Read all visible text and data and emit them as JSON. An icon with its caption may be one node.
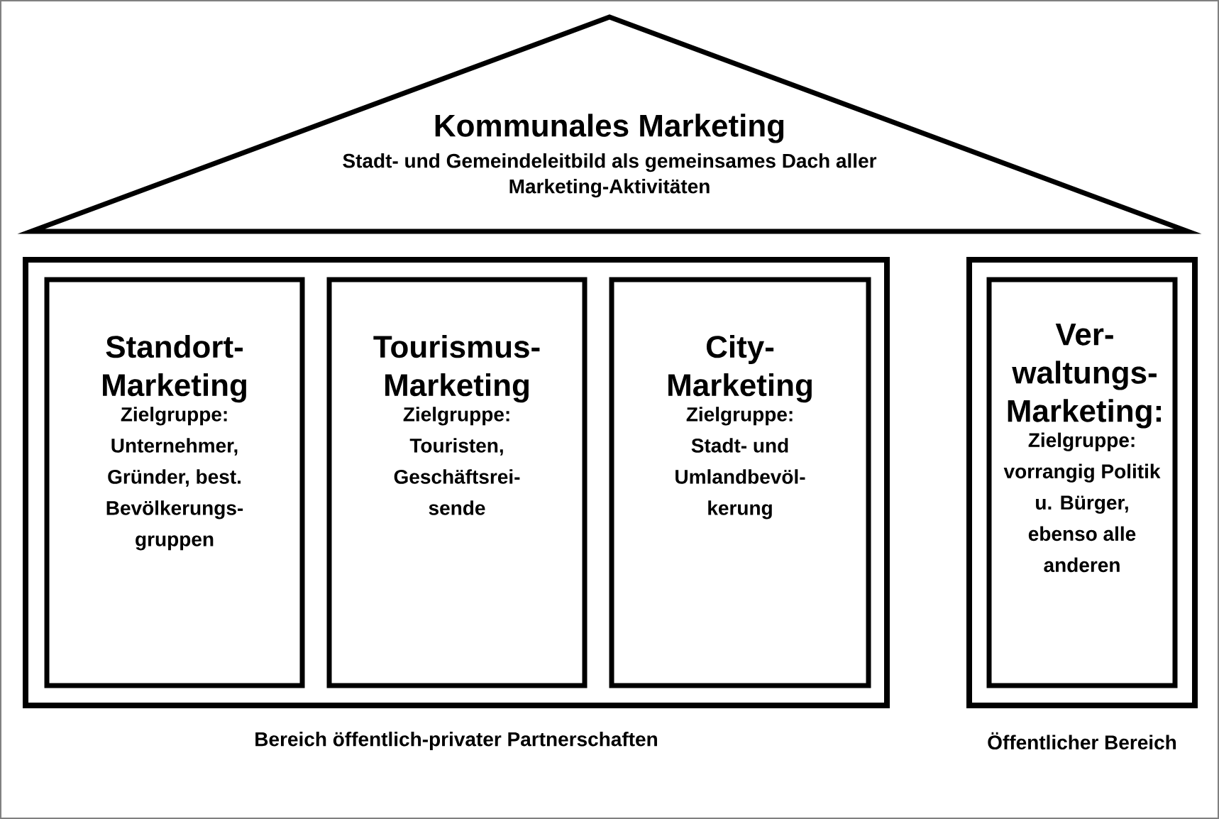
{
  "diagram": {
    "nodes": [
      {
        "text": [
          "Kommunales Marketing",
          "Stadt- und Gemeindeleitbild als gemeinsames Dach aller Marketing-Aktivitäten"
        ]
      },
      {
        "text": [
          "Bereich öffentlich-privater Partnerschaften"
        ]
      },
      {
        "text": [
          "Standort-Marketing",
          "Zielgruppe: Unternehmer, Gründer, best. Bevölkerungs-gruppen"
        ],
        "in": 1
      },
      {
        "text": [
          "Tourismus-Marketing",
          "Zielgruppe: Touristen, Geschäftsrei-sende"
        ],
        "in": 1
      },
      {
        "text": [
          "City-Marketing",
          "Zielgruppe: Stadt- und Umlandbevöl-kerung"
        ],
        "in": 1
      },
      {
        "text": [
          "Öffentlicher Bereich"
        ]
      },
      {
        "text": [
          "Ver-waltungs-Marketing:",
          "Zielgruppe: vorrangig Politik u. Bürger, ebenso alle anderen"
        ],
        "in": 5
      }
    ],
    "edges": []
  }
}
